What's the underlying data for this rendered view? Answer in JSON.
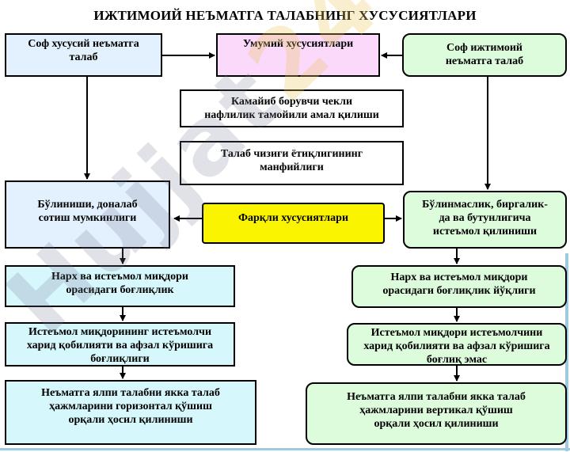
{
  "title": "ИЖТИМОИЙ НЕЪМАТГА ТАЛАБНИНГ ХУСУСИЯТЛАРИ",
  "nodes": {
    "sof_xususiy": [
      "Соф хусусий неъматга",
      "талаб"
    ],
    "umumiy": [
      "Умумий хусусиятлари"
    ],
    "sof_ijtimoiy": [
      "Соф ижтимоий",
      "неъматга талаб"
    ],
    "kamayib": [
      "Камайиб борувчи чекли",
      "нафлилик тамойили амал қилиши"
    ],
    "talab_chizigi": [
      "Талаб чизиғи ётиқлигининг",
      "манфийлиги"
    ],
    "bulinishi": [
      "Бўлиниши, доналаб",
      "сотиш мумкинлиги"
    ],
    "farqli": [
      "Фарқли хусусиятлари"
    ],
    "bulinmaslik": [
      "Бўлинмаслик, биргалик-",
      "да ва бутунлигича",
      "истеъмол қилиниши"
    ],
    "narx_left": [
      "Нарх ва истеъмол миқдори",
      "орасидаги боғлиқлик"
    ],
    "narx_right": [
      "Нарх ва истеъмол миқдори",
      "орасидаги боғлиқлик йўқлиги"
    ],
    "istemol_left": [
      "Истеъмол миқдорининг истеъмолчи",
      "харид қобилияти ва афзал кўришига",
      "боғлиқлиги"
    ],
    "istemol_right": [
      "Истеъмол миқдори истеъмолчини",
      "харид қобилияти ва афзал кўришига",
      "боғлиқ эмас"
    ],
    "yalpi_left": [
      "Неъматга ялпи талабни якка талаб",
      "ҳажмларини горизонтал қўшиш",
      "орқали ҳосил қилиниши"
    ],
    "yalpi_right": [
      "Неъматга ялпи талабни якка талаб",
      "ҳажмларини вертикал қўшиш",
      "орқали ҳосил қилиниши"
    ]
  },
  "watermark": {
    "main": "Hujjat",
    "tail": "24"
  },
  "colors": {
    "blue_box": "#e2f1fd",
    "cyan_box": "#d6f7fb",
    "pink_box": "#fad9fb",
    "yellow_box": "#fbf400",
    "green_box": "#ddfcdc"
  }
}
